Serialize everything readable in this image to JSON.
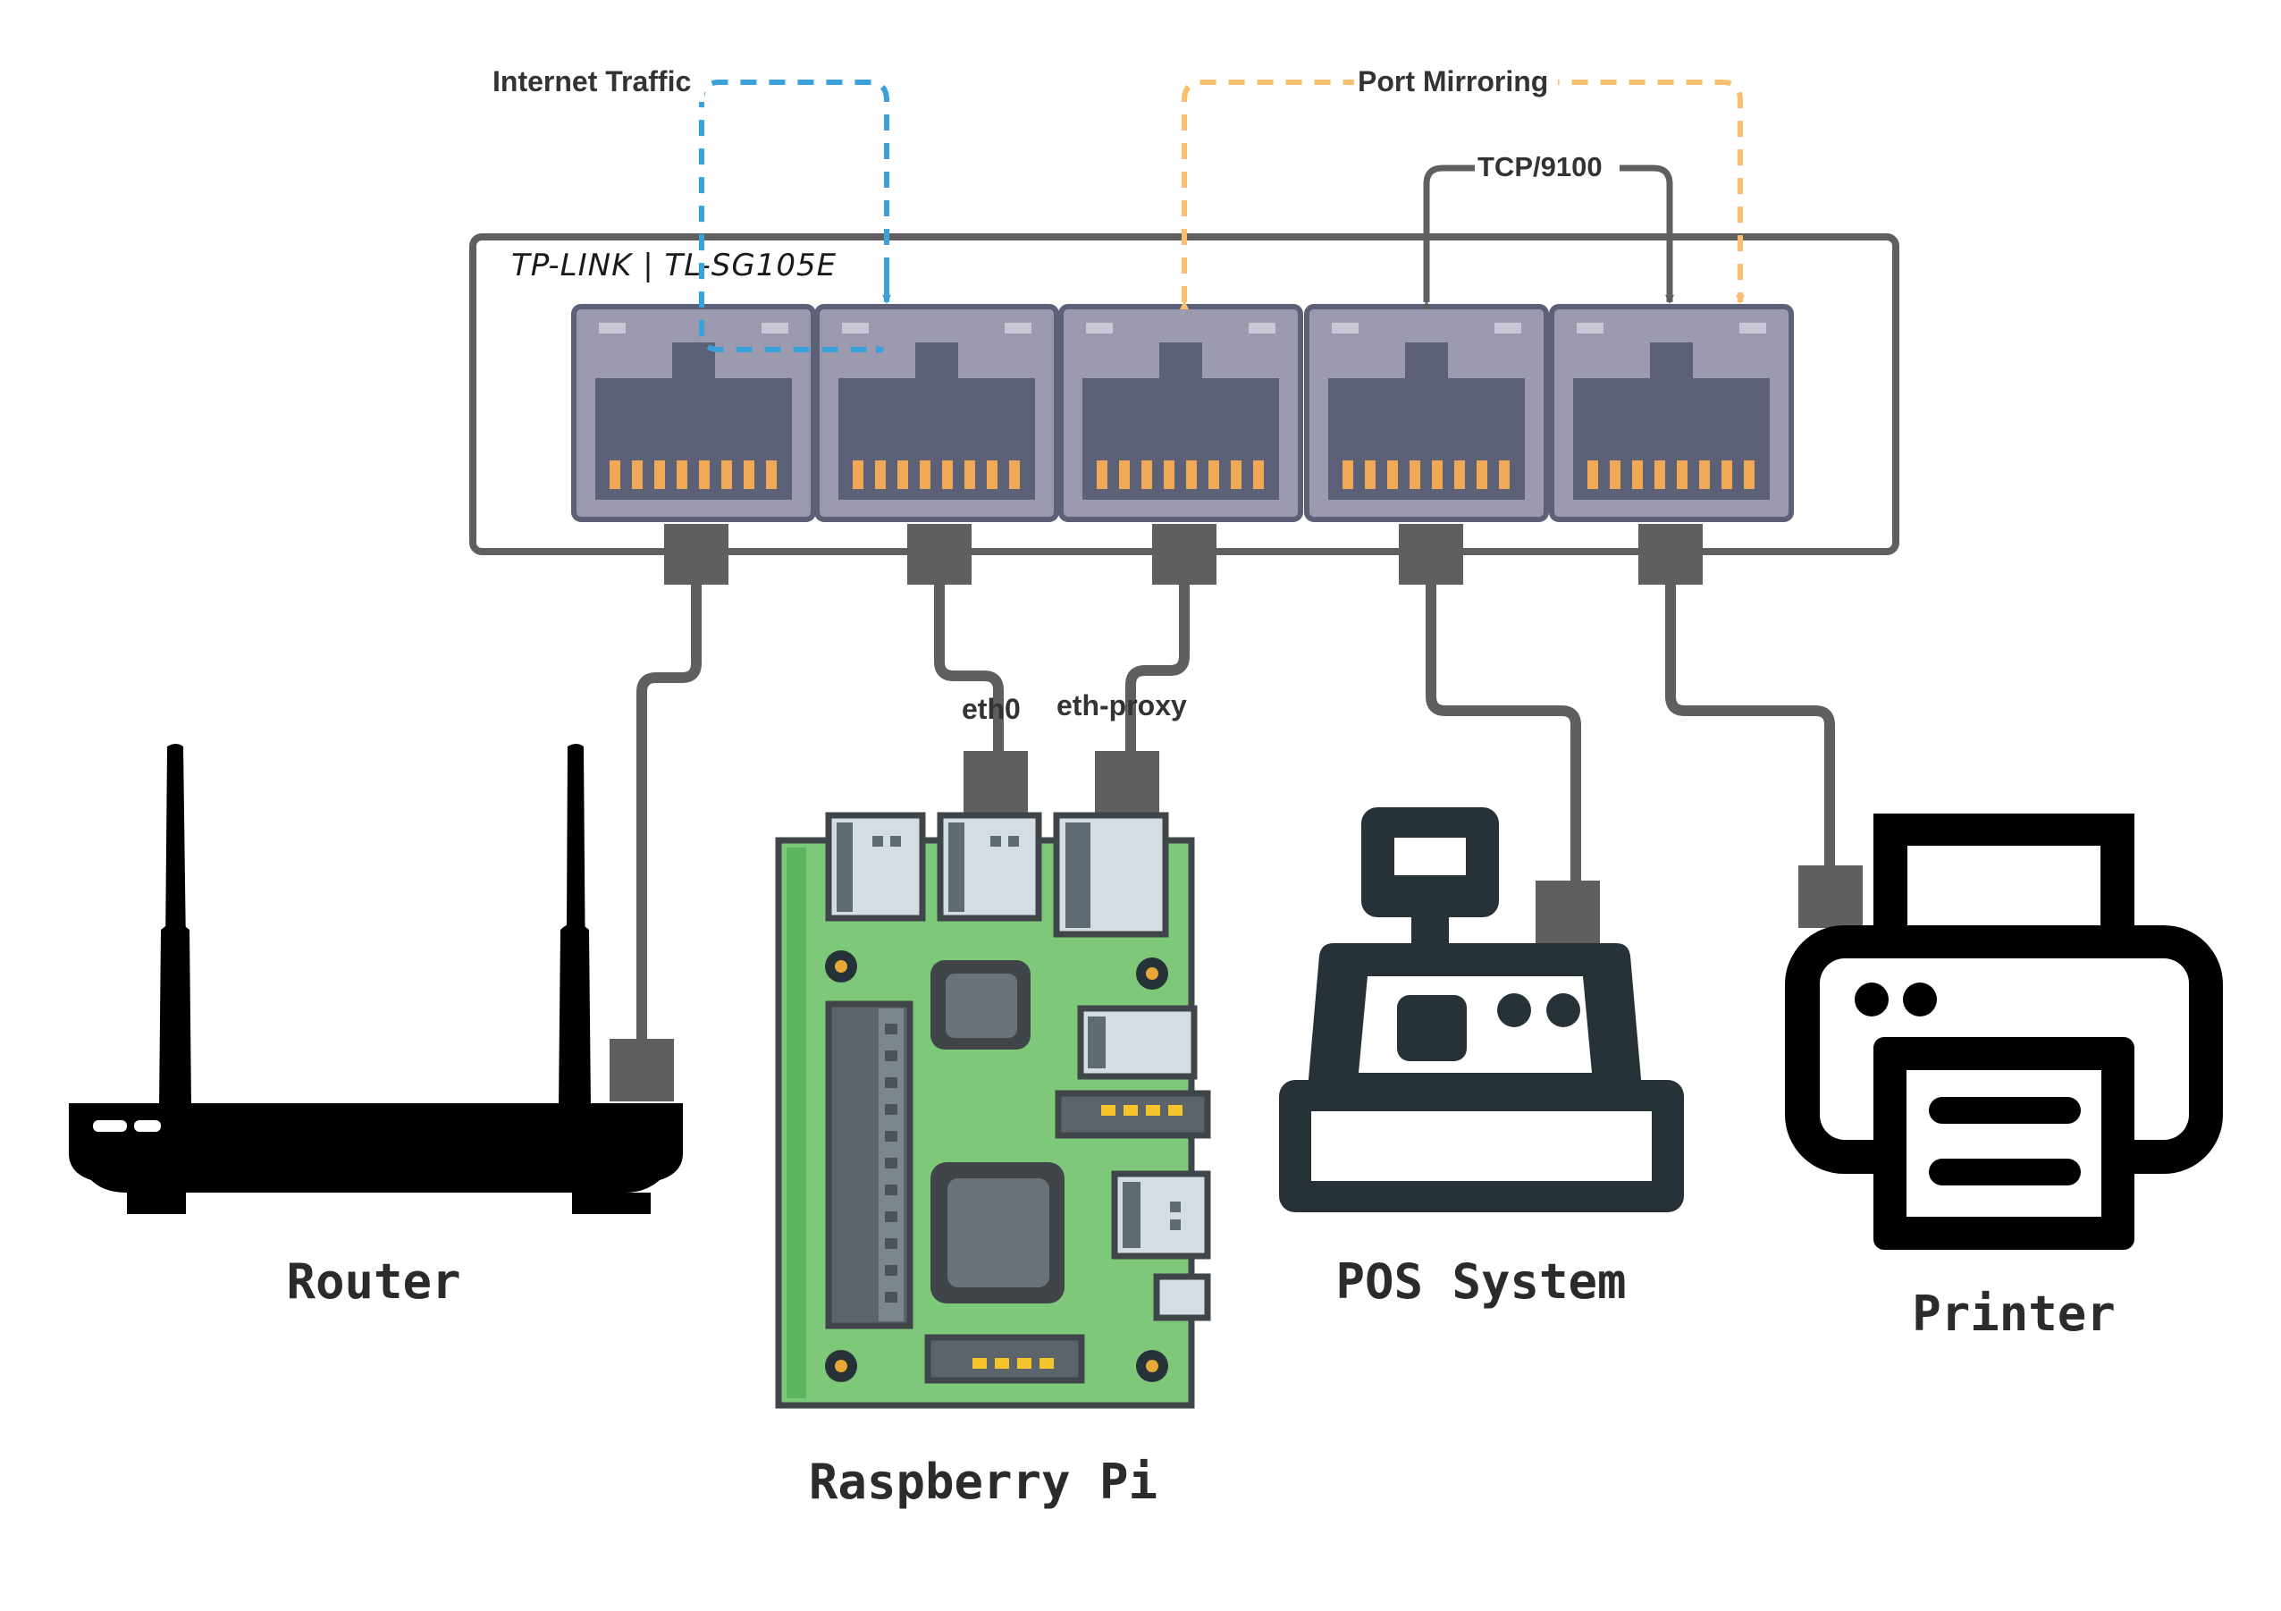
{
  "switch": {
    "label": "TP-LINK | TL-SG105E",
    "port_count": 5
  },
  "flows": {
    "internet_traffic": {
      "label": "Internet Traffic",
      "color": "#3aa0d8"
    },
    "port_mirroring": {
      "label": "Port Mirroring",
      "color": "#f9bf6e"
    },
    "tcp_9100": {
      "label": "TCP/9100",
      "color": "#5f5f5f"
    }
  },
  "interfaces": {
    "eth0": "eth0",
    "eth_proxy": "eth-proxy"
  },
  "devices": {
    "router": "Router",
    "raspberry_pi": "Raspberry Pi",
    "pos_system": "POS System",
    "printer": "Printer"
  },
  "colors": {
    "cable": "#5f5f5f",
    "port_body": "#9b9aae",
    "port_inner": "#5d6178",
    "port_pins": "#f0a956",
    "pi_board": "#7ec87a",
    "pi_dark": "#4d5258",
    "pi_pins": "#f5c42a",
    "device_black": "#000000",
    "pos_dark": "#273238"
  }
}
